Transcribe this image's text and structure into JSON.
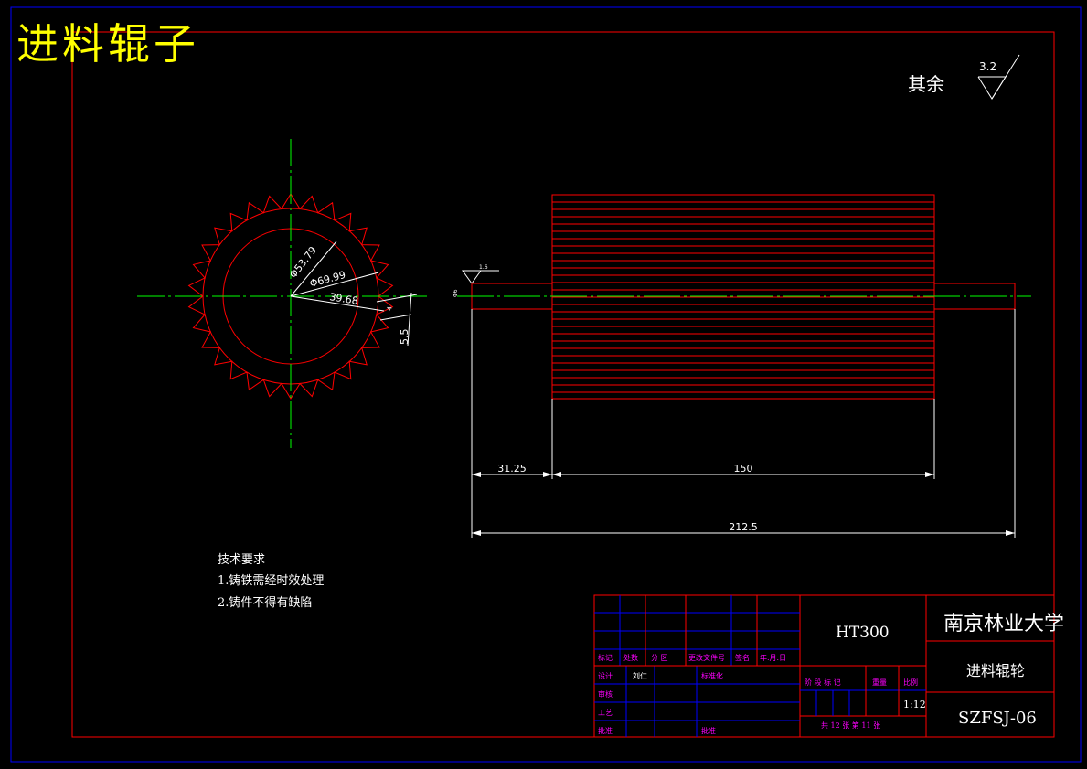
{
  "title": "进料辊子",
  "roughness": {
    "label": "其余",
    "value": "3.2"
  },
  "dimensions": {
    "d1": "Φ53.79",
    "d2": "Φ69.99",
    "r1": "39.68",
    "tooth": "5.5",
    "tooth_small": "4",
    "left_len": "31.25",
    "mid_len": "150",
    "total_len": "212.5",
    "shaft_rough": "1.6",
    "shaft_dia": "Φ6"
  },
  "tech_req": {
    "heading": "技术要求",
    "items": [
      "1.铸铁需经时效处理",
      "2.铸件不得有缺陷"
    ]
  },
  "title_block": {
    "material": "HT300",
    "school": "南京林业大学",
    "part_name": "进料辊轮",
    "drawing_no": "SZFSJ-06",
    "scale": "1:12",
    "row_labels": [
      "标记",
      "处数",
      "分 区",
      "更改文件号",
      "签名",
      "年.月.日"
    ],
    "design": "设计",
    "designer": "刘仁",
    "std": "标准化",
    "check": "审核",
    "craft": "工艺",
    "approve": "批准",
    "stage": "阶 段 标 记",
    "weight": "重量",
    "ratio": "比例",
    "sheets": "共  12  张  第  11  张"
  },
  "colors": {
    "frame": "#ff0000",
    "center": "#00ff00",
    "dim": "#ffffff",
    "tb_line": "#0000ff",
    "title": "#ffff00"
  }
}
